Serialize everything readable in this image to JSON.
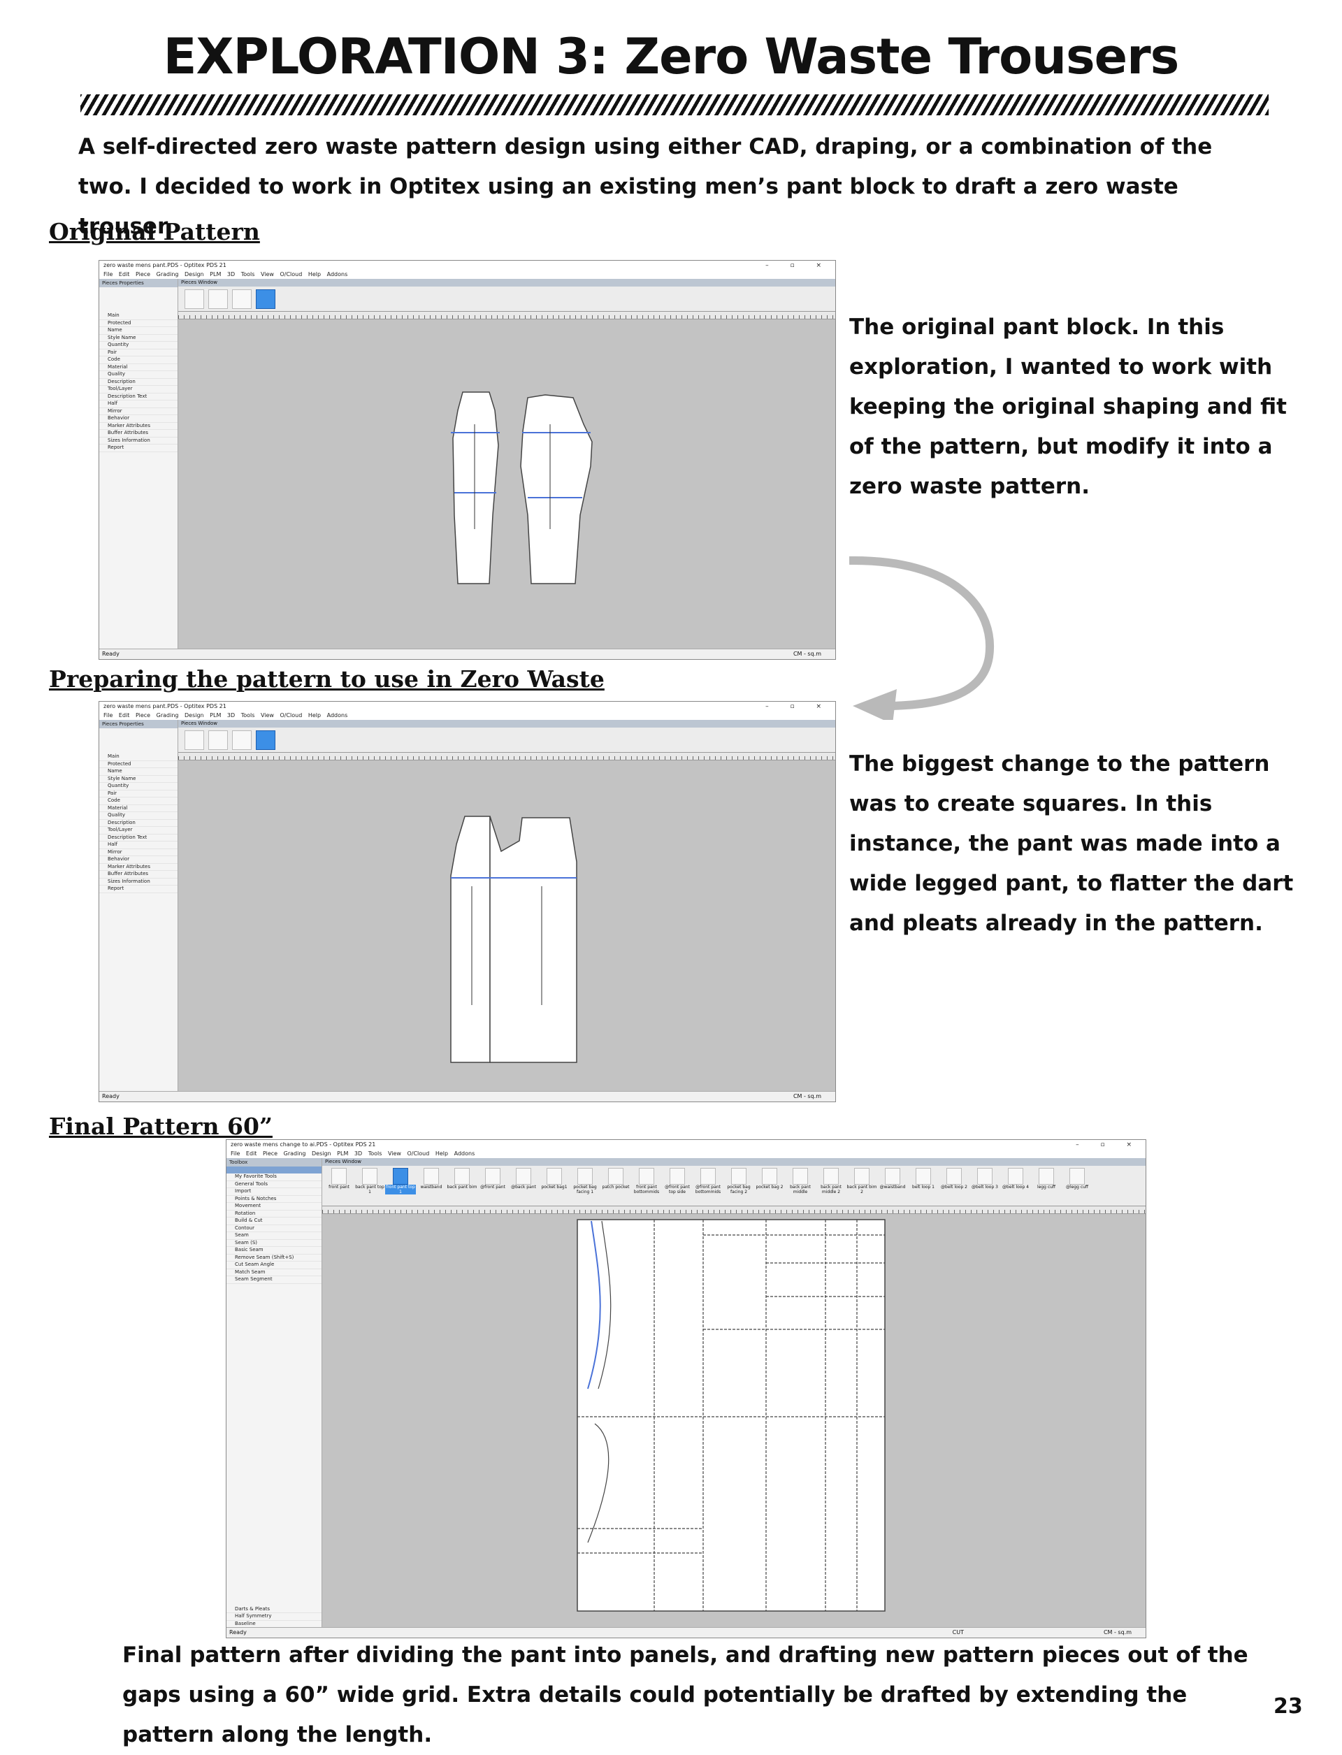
{
  "page": {
    "title": "EXPLORATION 3: Zero Waste Trousers",
    "intro": "A self-directed zero waste pattern design using either CAD, draping, or a combination of the two. I decided to work in Optitex using an existing men’s pant block to draft a zero waste trouser.",
    "page_number": "23"
  },
  "sections": {
    "original": {
      "heading": "Original Pattern",
      "text": "The original pant block. In this exploration, I wanted to work with keeping the original shaping and fit of the pattern, but modify it into a zero waste pattern."
    },
    "preparing": {
      "heading": "Preparing the pattern to use in Zero Waste",
      "text": "The biggest change to the pattern was to create squares. In this instance, the pant was made into a wide legged pant, to flatter the dart and pleats already in the pattern."
    },
    "final": {
      "heading": "Final Pattern 60”",
      "caption": "Final pattern after dividing the pant into panels, and drafting new pattern pieces out of the gaps using a 60” wide grid. Extra details could potentially be drafted by extending the pattern along the length."
    }
  },
  "screens": {
    "s1": {
      "window_title": "zero waste mens pant.PDS - Optitex PDS 21",
      "menu": "File Edit Piece Grading Design PLM 3D Tools View O/Cloud Help Addons",
      "panel_title": "Pieces Properties",
      "pieces_window": "Pieces Window",
      "status": "Ready",
      "unit": "CM - sq.m",
      "props": [
        "Main",
        "Protected",
        "Name",
        "Style Name",
        "Quantity",
        "Pair",
        "Code",
        "Material",
        "Quality",
        "Description",
        "Tool/Layer",
        "Description Text",
        "Half",
        "Mirror",
        "Behavior",
        "Marker Attributes",
        "Buffer Attributes",
        "Sizes Information",
        "Report"
      ]
    },
    "s2": {
      "window_title": "zero waste mens pant.PDS - Optitex PDS 21",
      "menu": "File Edit Piece Grading Design PLM 3D Tools View O/Cloud Help Addons",
      "panel_title": "Pieces Properties",
      "pieces_window": "Pieces Window",
      "status": "Ready",
      "unit": "CM - sq.m",
      "props": [
        "Main",
        "Protected",
        "Name",
        "Style Name",
        "Quantity",
        "Pair",
        "Code",
        "Material",
        "Quality",
        "Description",
        "Tool/Layer",
        "Description Text",
        "Half",
        "Mirror",
        "Behavior",
        "Marker Attributes",
        "Buffer Attributes",
        "Sizes Information",
        "Report"
      ]
    },
    "s3": {
      "window_title": "zero waste mens change to ai.PDS - Optitex PDS 21",
      "menu": "File Edit Piece Grading Design PLM 3D Tools View O/Cloud Help Addons",
      "panel_title": "Toolbox",
      "pieces_window": "Pieces Window",
      "status": "Ready",
      "mode": "CUT",
      "unit": "CM - sq.m",
      "tools": [
        "My Favorite Tools",
        "General Tools",
        "Import",
        "Points & Notches",
        "Movement",
        "Rotation",
        "Build & Cut",
        "Contour",
        "Seam",
        "Seam (S)",
        "Basic Seam",
        "Remove Seam (Shift+S)",
        "Cut Seam Angle",
        "Match Seam",
        "Seam Segment"
      ],
      "bottom_tools": [
        "Darts & Pleats",
        "Half Symmetry",
        "Baseline"
      ],
      "piece_labels": [
        "front pant",
        "back pant top 1",
        "front pant top 1",
        "waistband",
        "back pant bim",
        "@front pant",
        "@back pant",
        "pocket bag1",
        "pocket bag facing 1",
        "patch pocket",
        "front pant bottommids",
        "@front pant top side",
        "@front pant bottommids",
        "pocket bag facing 2",
        "pocket bag 2",
        "back pant middle",
        "back pant middle 2",
        "back pant bim 2",
        "@waistband",
        "belt loop 1",
        "@belt loop 2",
        "@belt loop 3",
        "@belt loop 4",
        "legg cuff",
        "@legg cuff"
      ]
    }
  }
}
